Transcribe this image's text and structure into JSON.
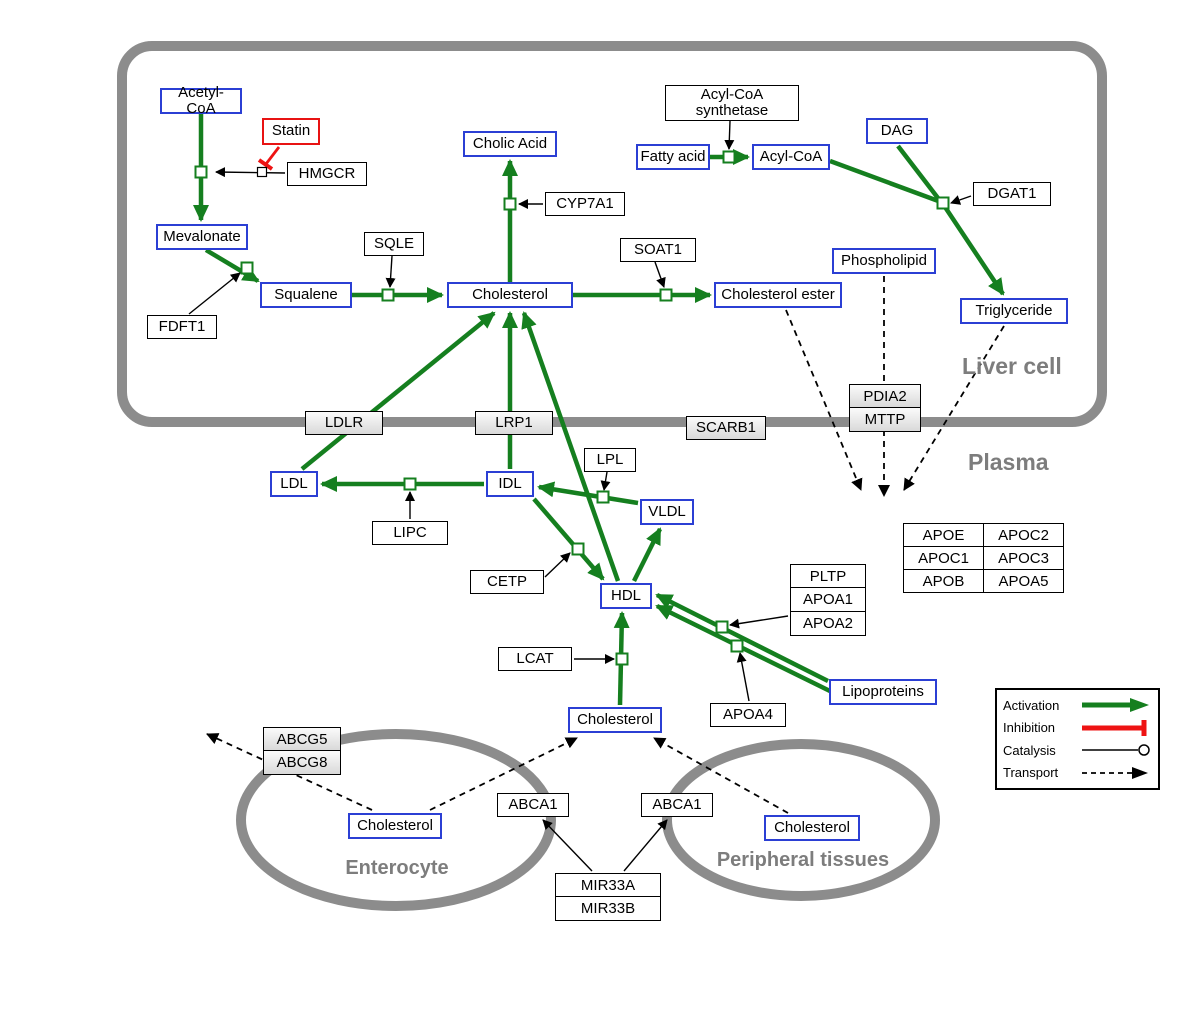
{
  "regions": {
    "liver_cell": "Liver cell",
    "plasma": "Plasma",
    "enterocyte": "Enterocyte",
    "peripheral_tissues": "Peripheral tissues"
  },
  "nodes": {
    "acetyl_coa": "Acetyl-CoA",
    "statin": "Statin",
    "hmgcr": "HMGCR",
    "mevalonate": "Mevalonate",
    "fdft1": "FDFT1",
    "squalene": "Squalene",
    "sqle": "SQLE",
    "cholic_acid": "Cholic Acid",
    "cyp7a1": "CYP7A1",
    "cholesterol_liver": "Cholesterol",
    "soat1": "SOAT1",
    "cholesterol_ester": "Cholesterol ester",
    "acyl_coa_synthetase": "Acyl-CoA synthetase",
    "fatty_acid": "Fatty acid",
    "acyl_coa": "Acyl-CoA",
    "dag": "DAG",
    "dgat1": "DGAT1",
    "phospholipid": "Phospholipid",
    "triglyceride": "Triglyceride",
    "ldlr": "LDLR",
    "lrp1": "LRP1",
    "scarb1": "SCARB1",
    "pdia2": "PDIA2",
    "mttp": "MTTP",
    "ldl": "LDL",
    "idl": "IDL",
    "vldl": "VLDL",
    "hdl": "HDL",
    "lipc": "LIPC",
    "lpl": "LPL",
    "cetp": "CETP",
    "lcat": "LCAT",
    "cholesterol_plasma": "Cholesterol",
    "pltp": "PLTP",
    "apoa1": "APOA1",
    "apoa2": "APOA2",
    "apoa4": "APOA4",
    "lipoproteins": "Lipoproteins",
    "abcg5": "ABCG5",
    "abcg8": "ABCG8",
    "cholesterol_enterocyte": "Cholesterol",
    "cholesterol_peripheral": "Cholesterol",
    "abca1_left": "ABCA1",
    "abca1_right": "ABCA1",
    "mir33a": "MIR33A",
    "mir33b": "MIR33B"
  },
  "apo_table": [
    [
      "APOE",
      "APOC2"
    ],
    [
      "APOC1",
      "APOC3"
    ],
    [
      "APOB",
      "APOA5"
    ]
  ],
  "legend": {
    "activation": "Activation",
    "inhibition": "Inhibition",
    "catalysis": "Catalysis",
    "transport": "Transport"
  },
  "colors": {
    "activation_green": "#157f1f",
    "inhibition_red": "#ee1313",
    "metabolite_blue": "#2b3fd4",
    "membrane_gray": "#8c8c8c"
  }
}
